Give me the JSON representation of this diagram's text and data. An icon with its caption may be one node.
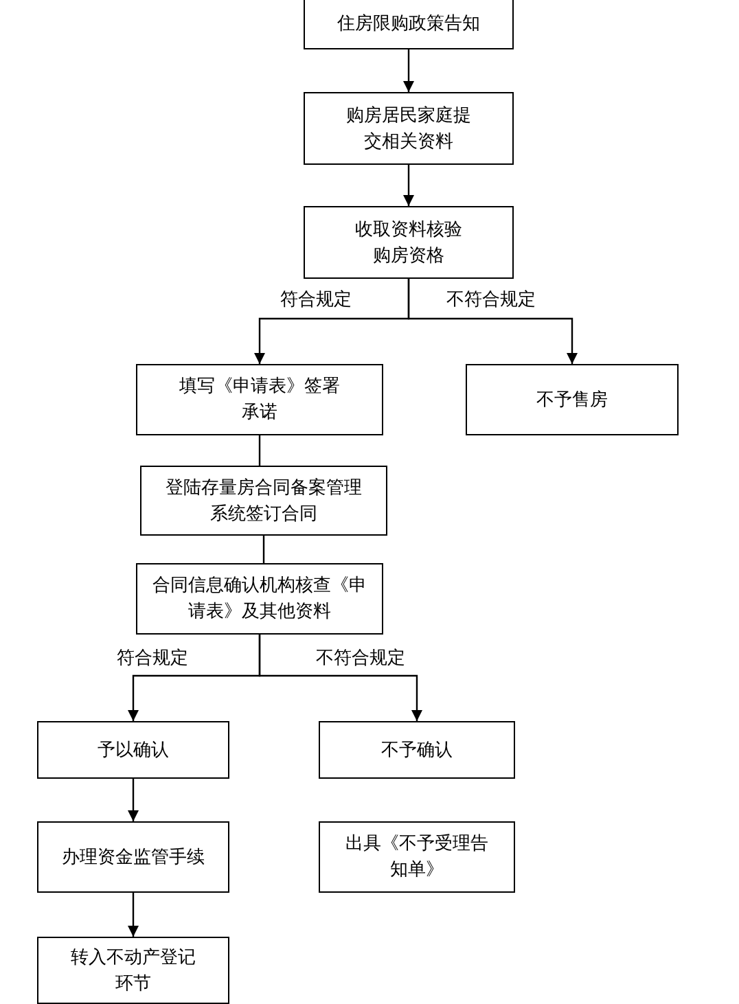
{
  "diagram": {
    "nodes": [
      {
        "text": [
          "住房限购政策告知"
        ]
      },
      {
        "text": [
          "购房居民家庭提交相关资料"
        ]
      },
      {
        "text": [
          "收取资料核验购房资格"
        ]
      },
      {
        "text": [
          "填写《申请表》签署承诺"
        ]
      },
      {
        "text": [
          "不予售房"
        ]
      },
      {
        "text": [
          "登陆存量房合同备案管理系统签订合同"
        ]
      },
      {
        "text": [
          "合同信息确认机构核查《申请表》及其他资料"
        ]
      },
      {
        "text": [
          "予以确认"
        ]
      },
      {
        "text": [
          "不予确认"
        ]
      },
      {
        "text": [
          "办理资金监管手续"
        ]
      },
      {
        "text": [
          "出具《不予受理告知单》"
        ]
      },
      {
        "text": [
          "转入不动产登记环节"
        ]
      }
    ],
    "edges": [
      {
        "from": 0,
        "to": 1,
        "arrow": "to"
      },
      {
        "from": 1,
        "to": 2,
        "arrow": "to"
      },
      {
        "from": 2,
        "to": 3,
        "arrow": "to",
        "label": "符合规定"
      },
      {
        "from": 2,
        "to": 4,
        "arrow": "to",
        "label": "不符合规定"
      },
      {
        "from": 3,
        "to": 5,
        "arrow": "none"
      },
      {
        "from": 5,
        "to": 6,
        "arrow": "none"
      },
      {
        "from": 6,
        "to": 7,
        "arrow": "to",
        "label": "符合规定"
      },
      {
        "from": 6,
        "to": 8,
        "arrow": "to",
        "label": "不符合规定"
      },
      {
        "from": 7,
        "to": 9,
        "arrow": "to"
      },
      {
        "from": 9,
        "to": 11,
        "arrow": "to"
      }
    ]
  }
}
